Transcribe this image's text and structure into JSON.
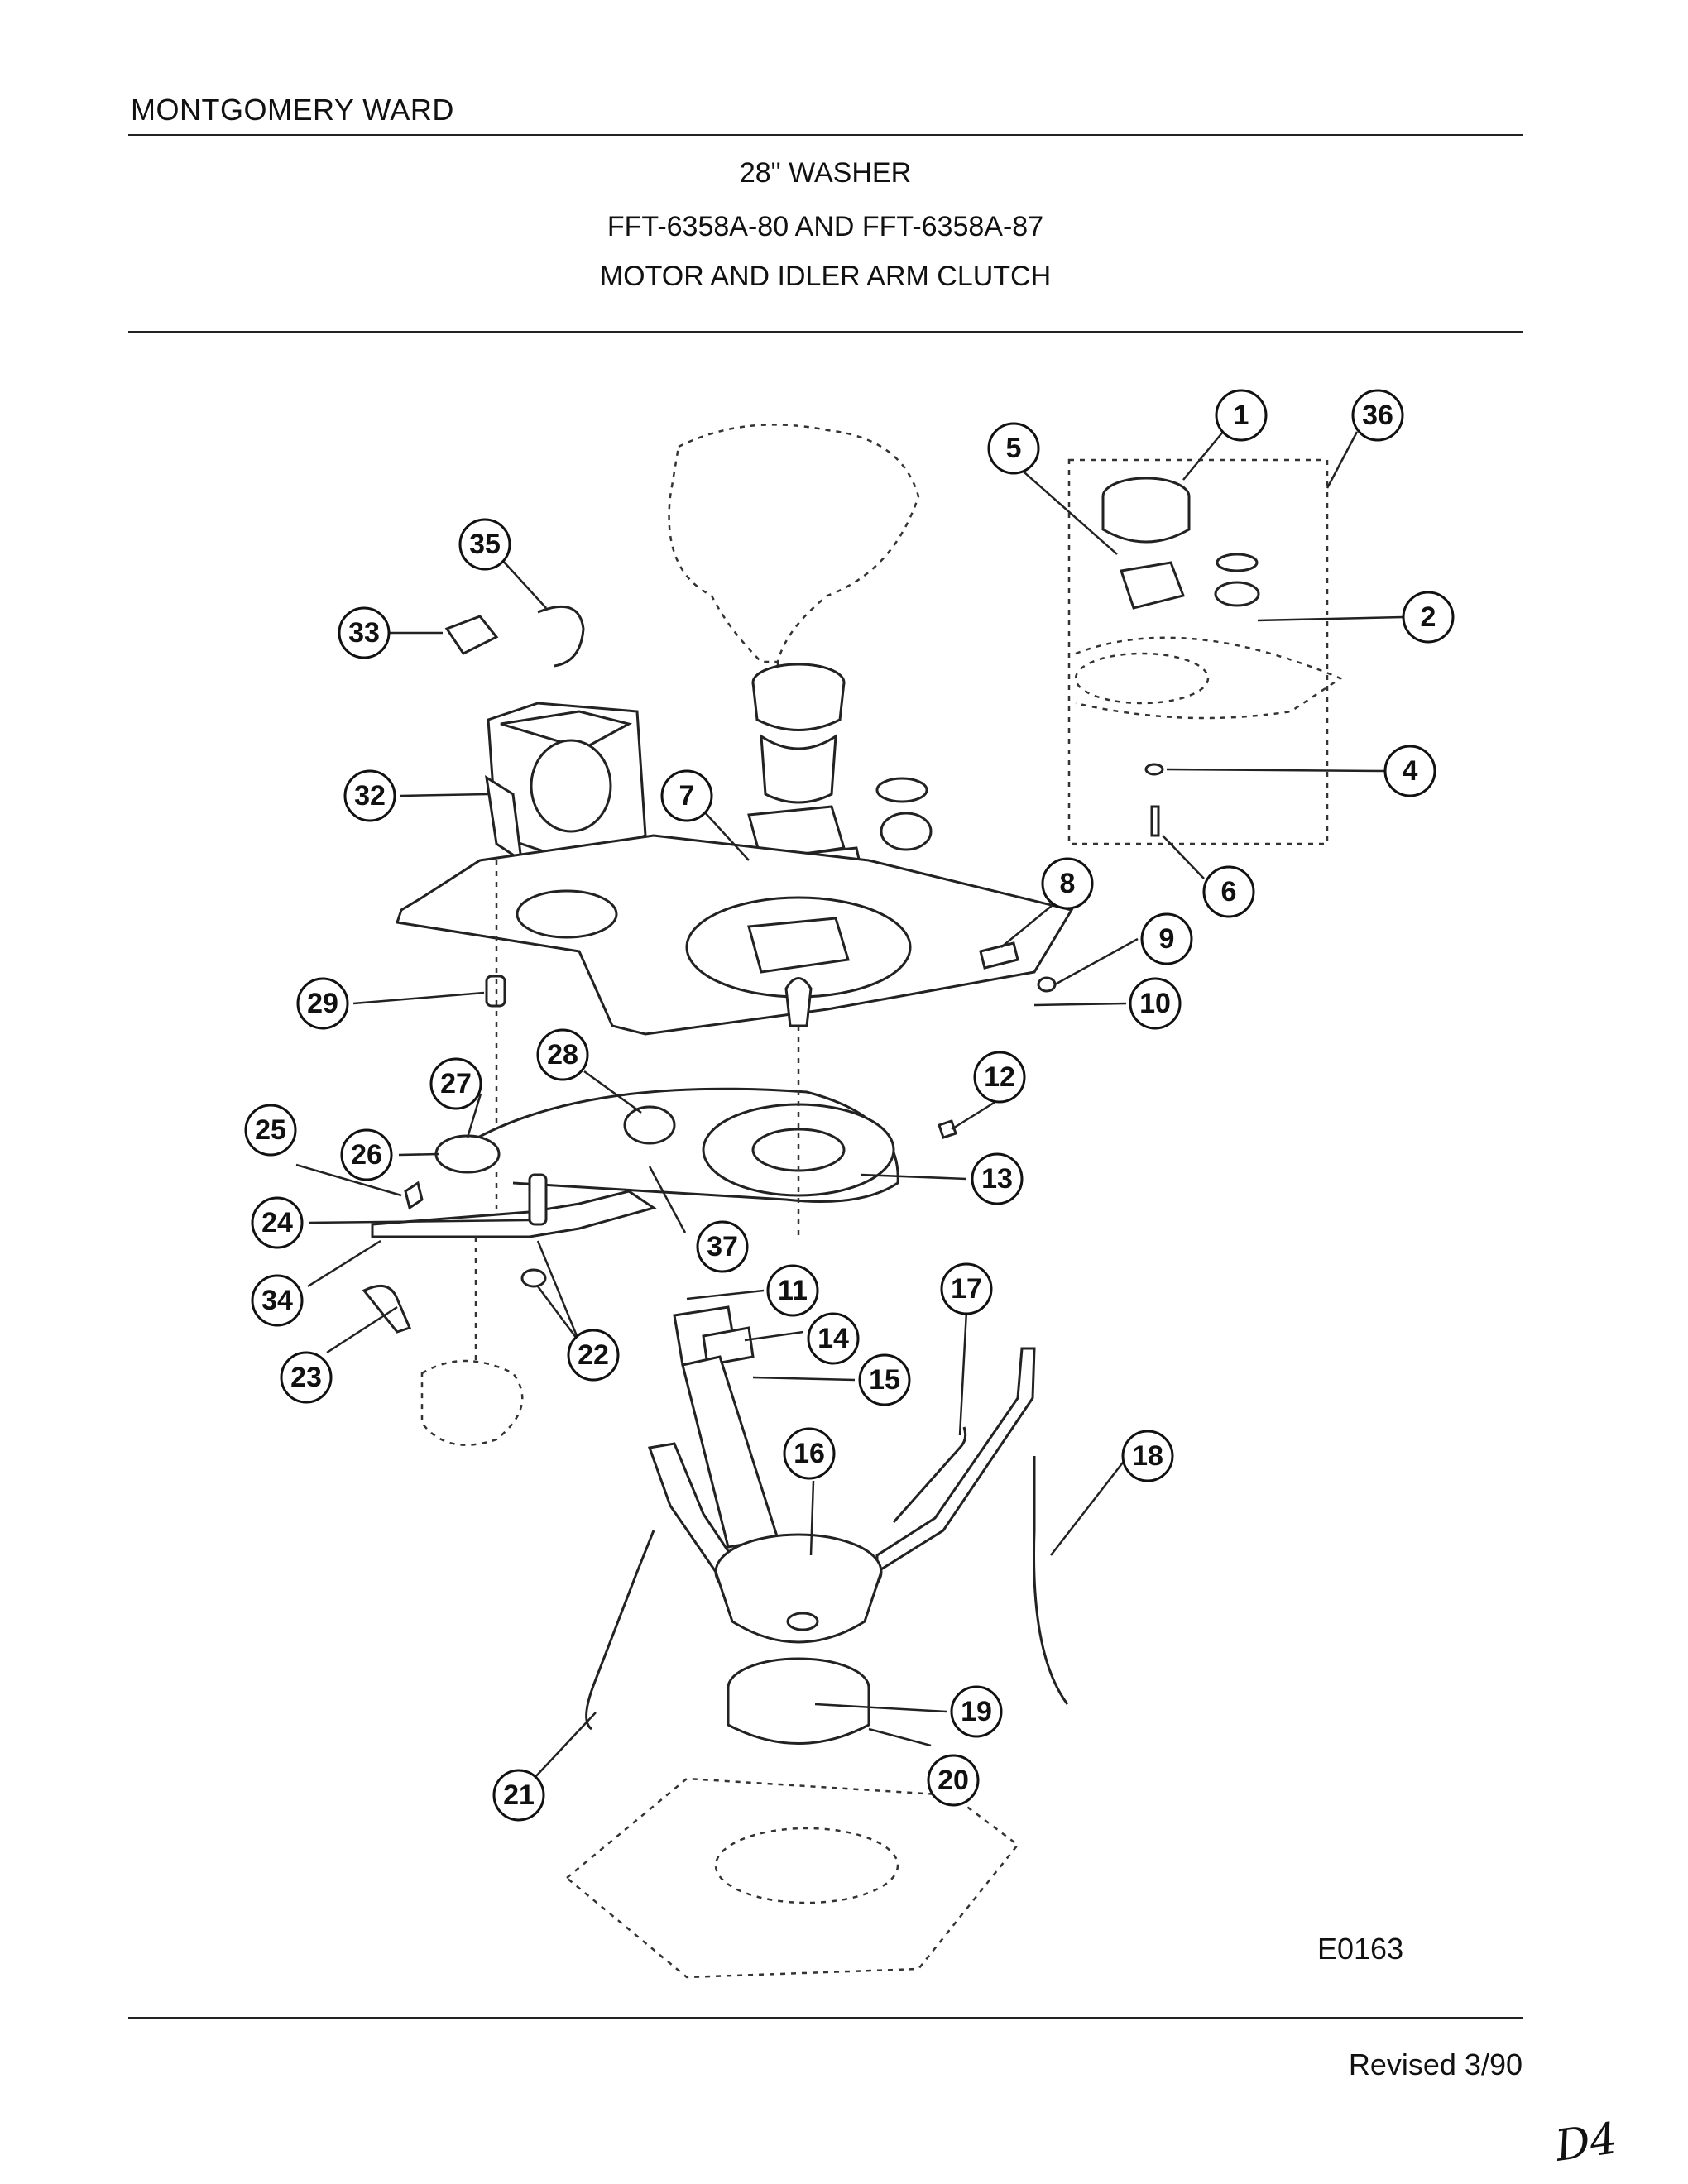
{
  "header": {
    "brand": "MONTGOMERY WARD",
    "title_line1": "28\" WASHER",
    "title_line2": "FFT-6358A-80 AND FFT-6358A-87",
    "title_line3": "MOTOR AND IDLER ARM CLUTCH"
  },
  "footer": {
    "drawing_number": "E0163",
    "revised": "Revised 3/90",
    "handwritten_mark": "D4"
  },
  "callouts": [
    {
      "label": "1"
    },
    {
      "label": "36"
    },
    {
      "label": "5"
    },
    {
      "label": "2"
    },
    {
      "label": "4"
    },
    {
      "label": "6"
    },
    {
      "label": "35"
    },
    {
      "label": "33"
    },
    {
      "label": "32"
    },
    {
      "label": "7"
    },
    {
      "label": "8"
    },
    {
      "label": "9"
    },
    {
      "label": "10"
    },
    {
      "label": "29"
    },
    {
      "label": "28"
    },
    {
      "label": "27"
    },
    {
      "label": "25"
    },
    {
      "label": "26"
    },
    {
      "label": "12"
    },
    {
      "label": "13"
    },
    {
      "label": "24"
    },
    {
      "label": "37"
    },
    {
      "label": "34"
    },
    {
      "label": "11"
    },
    {
      "label": "17"
    },
    {
      "label": "23"
    },
    {
      "label": "22"
    },
    {
      "label": "14"
    },
    {
      "label": "15"
    },
    {
      "label": "16"
    },
    {
      "label": "18"
    },
    {
      "label": "19"
    },
    {
      "label": "20"
    },
    {
      "label": "21"
    }
  ]
}
